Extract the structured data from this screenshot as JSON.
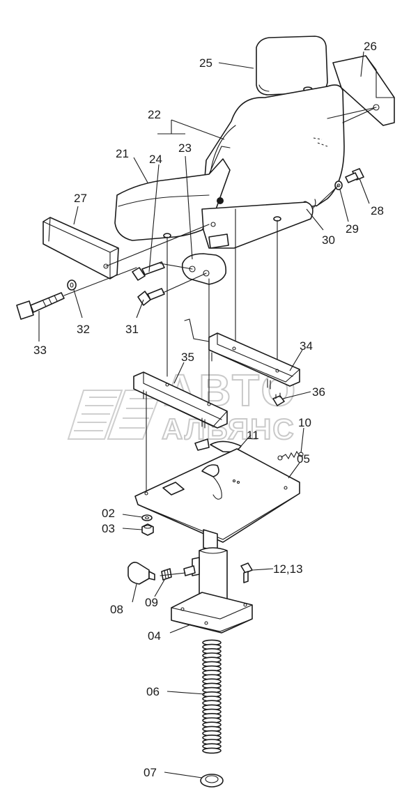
{
  "watermark": {
    "line1": "АВТО",
    "line2": "АЛЬЯНС"
  },
  "callouts": {
    "c02": "02",
    "c03": "03",
    "c04": "04",
    "c05": "05",
    "c06": "06",
    "c07": "07",
    "c08": "08",
    "c09": "09",
    "c10": "10",
    "c11": "11",
    "c12_13": "12,13",
    "c21": "21",
    "c22": "22",
    "c23": "23",
    "c24": "24",
    "c25": "25",
    "c26": "26",
    "c27": "27",
    "c28": "28",
    "c29": "29",
    "c30": "30",
    "c31": "31",
    "c32": "32",
    "c33": "33",
    "c34": "34",
    "c35": "35",
    "c36": "36"
  }
}
